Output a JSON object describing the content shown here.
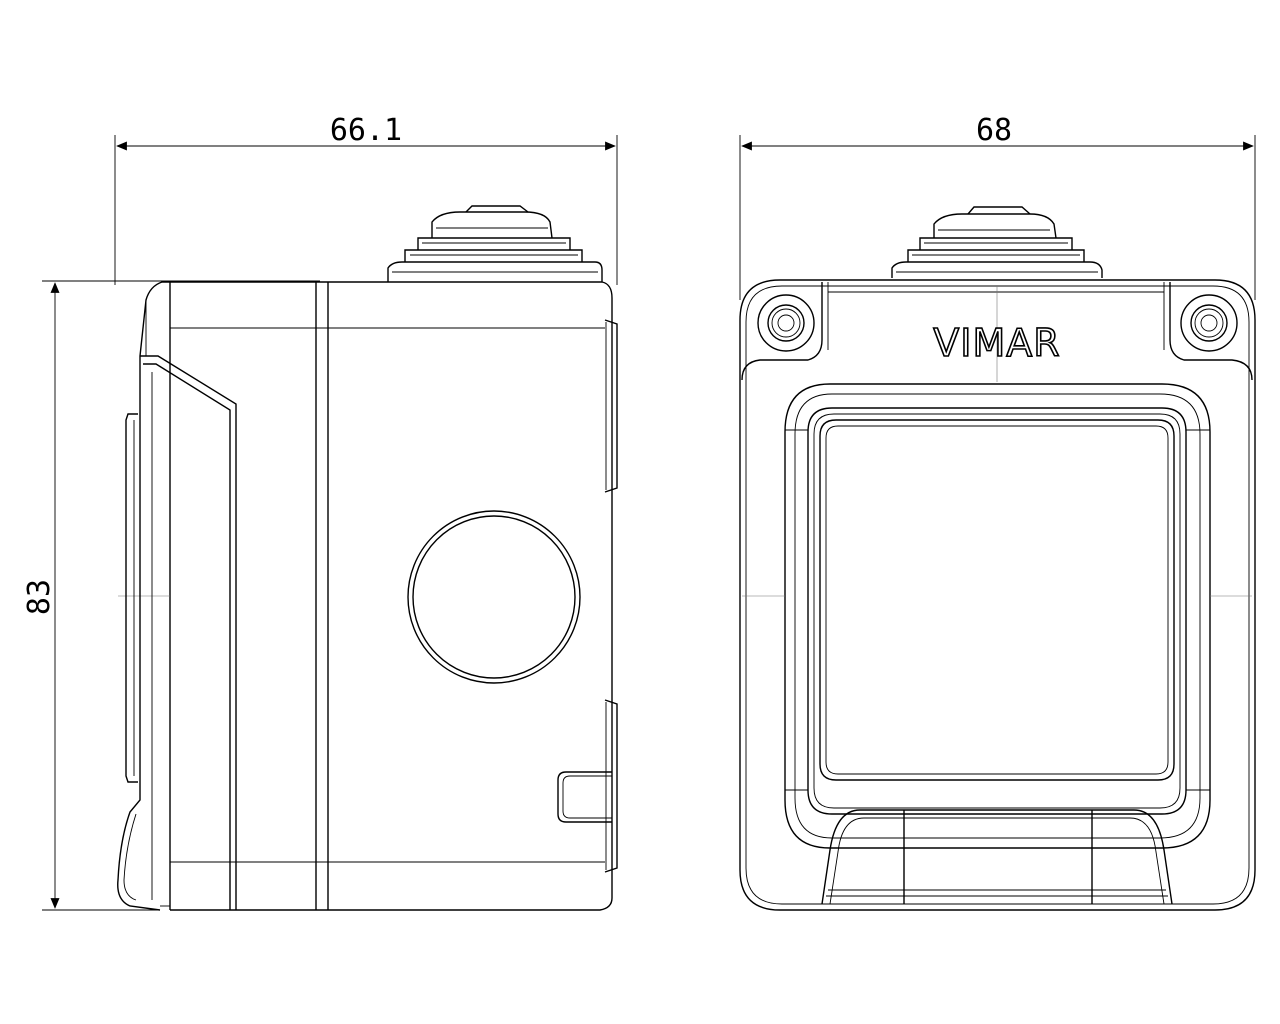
{
  "dimensions": {
    "side_width": "66.1",
    "front_width": "68",
    "height": "83"
  },
  "brand": {
    "logo_text": "VIMAR"
  }
}
